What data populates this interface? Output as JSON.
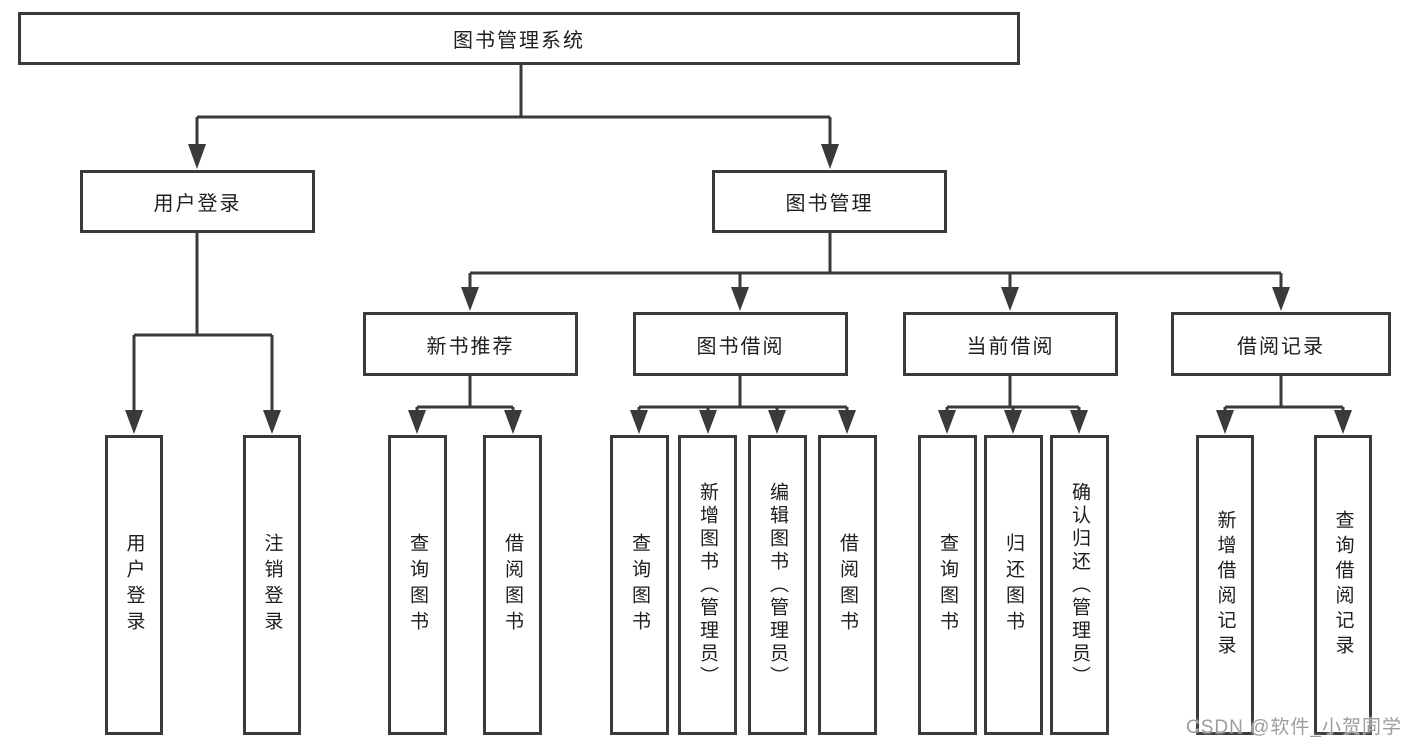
{
  "diagram": {
    "root": {
      "label": "图书管理系统",
      "children": [
        {
          "label": "用户登录",
          "children": [
            {
              "label": "用户登录"
            },
            {
              "label": "注销登录"
            }
          ]
        },
        {
          "label": "图书管理",
          "children": [
            {
              "label": "新书推荐",
              "children": [
                {
                  "label": "查询图书"
                },
                {
                  "label": "借阅图书"
                }
              ]
            },
            {
              "label": "图书借阅",
              "children": [
                {
                  "label": "查询图书"
                },
                {
                  "label": "新增图书（管理员）"
                },
                {
                  "label": "编辑图书（管理员）"
                },
                {
                  "label": "借阅图书"
                }
              ]
            },
            {
              "label": "当前借阅",
              "children": [
                {
                  "label": "查询图书"
                },
                {
                  "label": "归还图书"
                },
                {
                  "label": "确认归还（管理员）"
                }
              ]
            },
            {
              "label": "借阅记录",
              "children": [
                {
                  "label": "新增借阅记录"
                },
                {
                  "label": "查询借阅记录"
                }
              ]
            }
          ]
        }
      ]
    }
  },
  "watermark": {
    "text": "CSDN @软件_小贺同学"
  },
  "colors": {
    "line": "#3a3a3a",
    "box_border": "#3a3a3a",
    "text": "#1e1e1e",
    "watermark": "#9d9d9d",
    "background": "#ffffff"
  }
}
